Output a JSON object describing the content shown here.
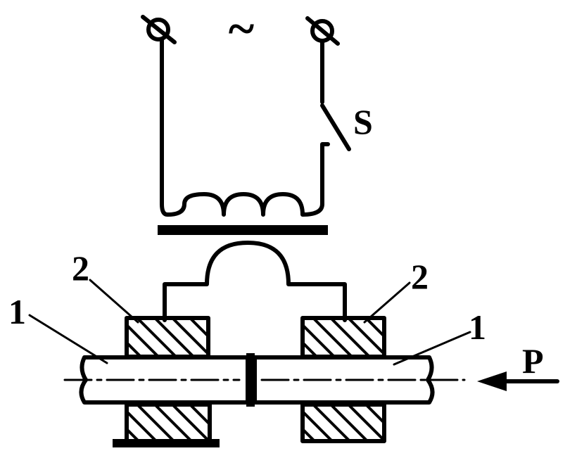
{
  "labels": {
    "ac_symbol": "~",
    "switch": "S",
    "force": "P",
    "workpiece_left": "1",
    "workpiece_right": "1",
    "electrode_left": "2",
    "electrode_right": "2"
  }
}
